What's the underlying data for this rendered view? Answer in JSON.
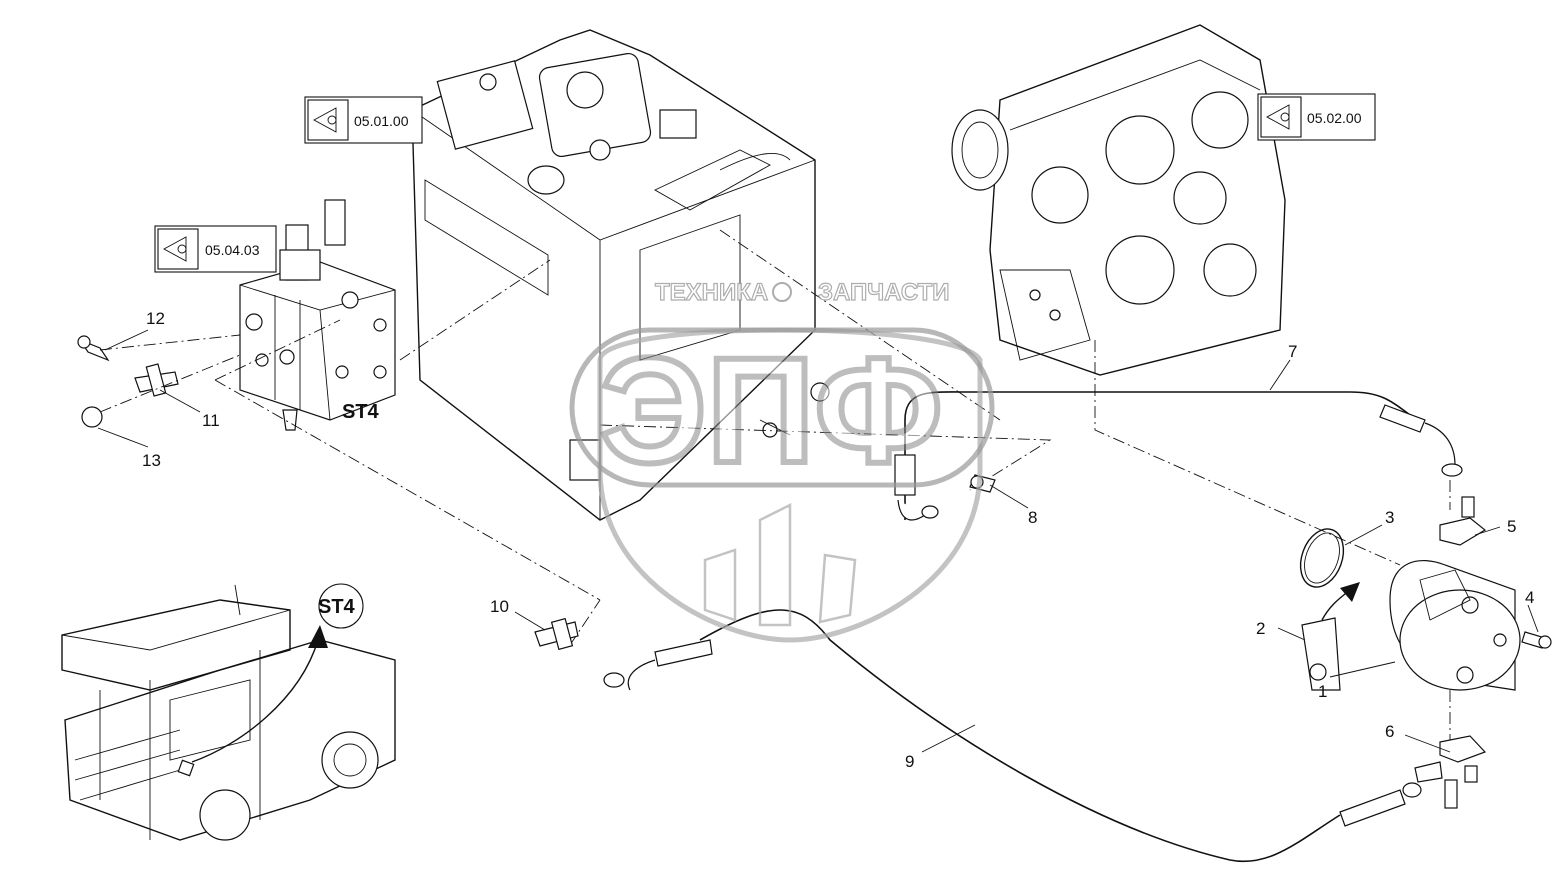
{
  "references": [
    {
      "id": "ref-05-01-00",
      "code": "05.01.00"
    },
    {
      "id": "ref-05-02-00",
      "code": "05.02.00"
    },
    {
      "id": "ref-05-04-03",
      "code": "05.04.03"
    }
  ],
  "unit_label": "ST4",
  "overview_label": "ST4",
  "part_numbers": [
    "1",
    "2",
    "3",
    "4",
    "5",
    "6",
    "7",
    "8",
    "9",
    "10",
    "11",
    "12",
    "13"
  ],
  "watermark": {
    "left_word": "ТЕХНИКА",
    "right_word": "ЗАПЧАСТИ",
    "logo_letters": "ЭПФ"
  },
  "colors": {
    "line": "#111111",
    "watermark": "#888888",
    "background": "#ffffff"
  }
}
